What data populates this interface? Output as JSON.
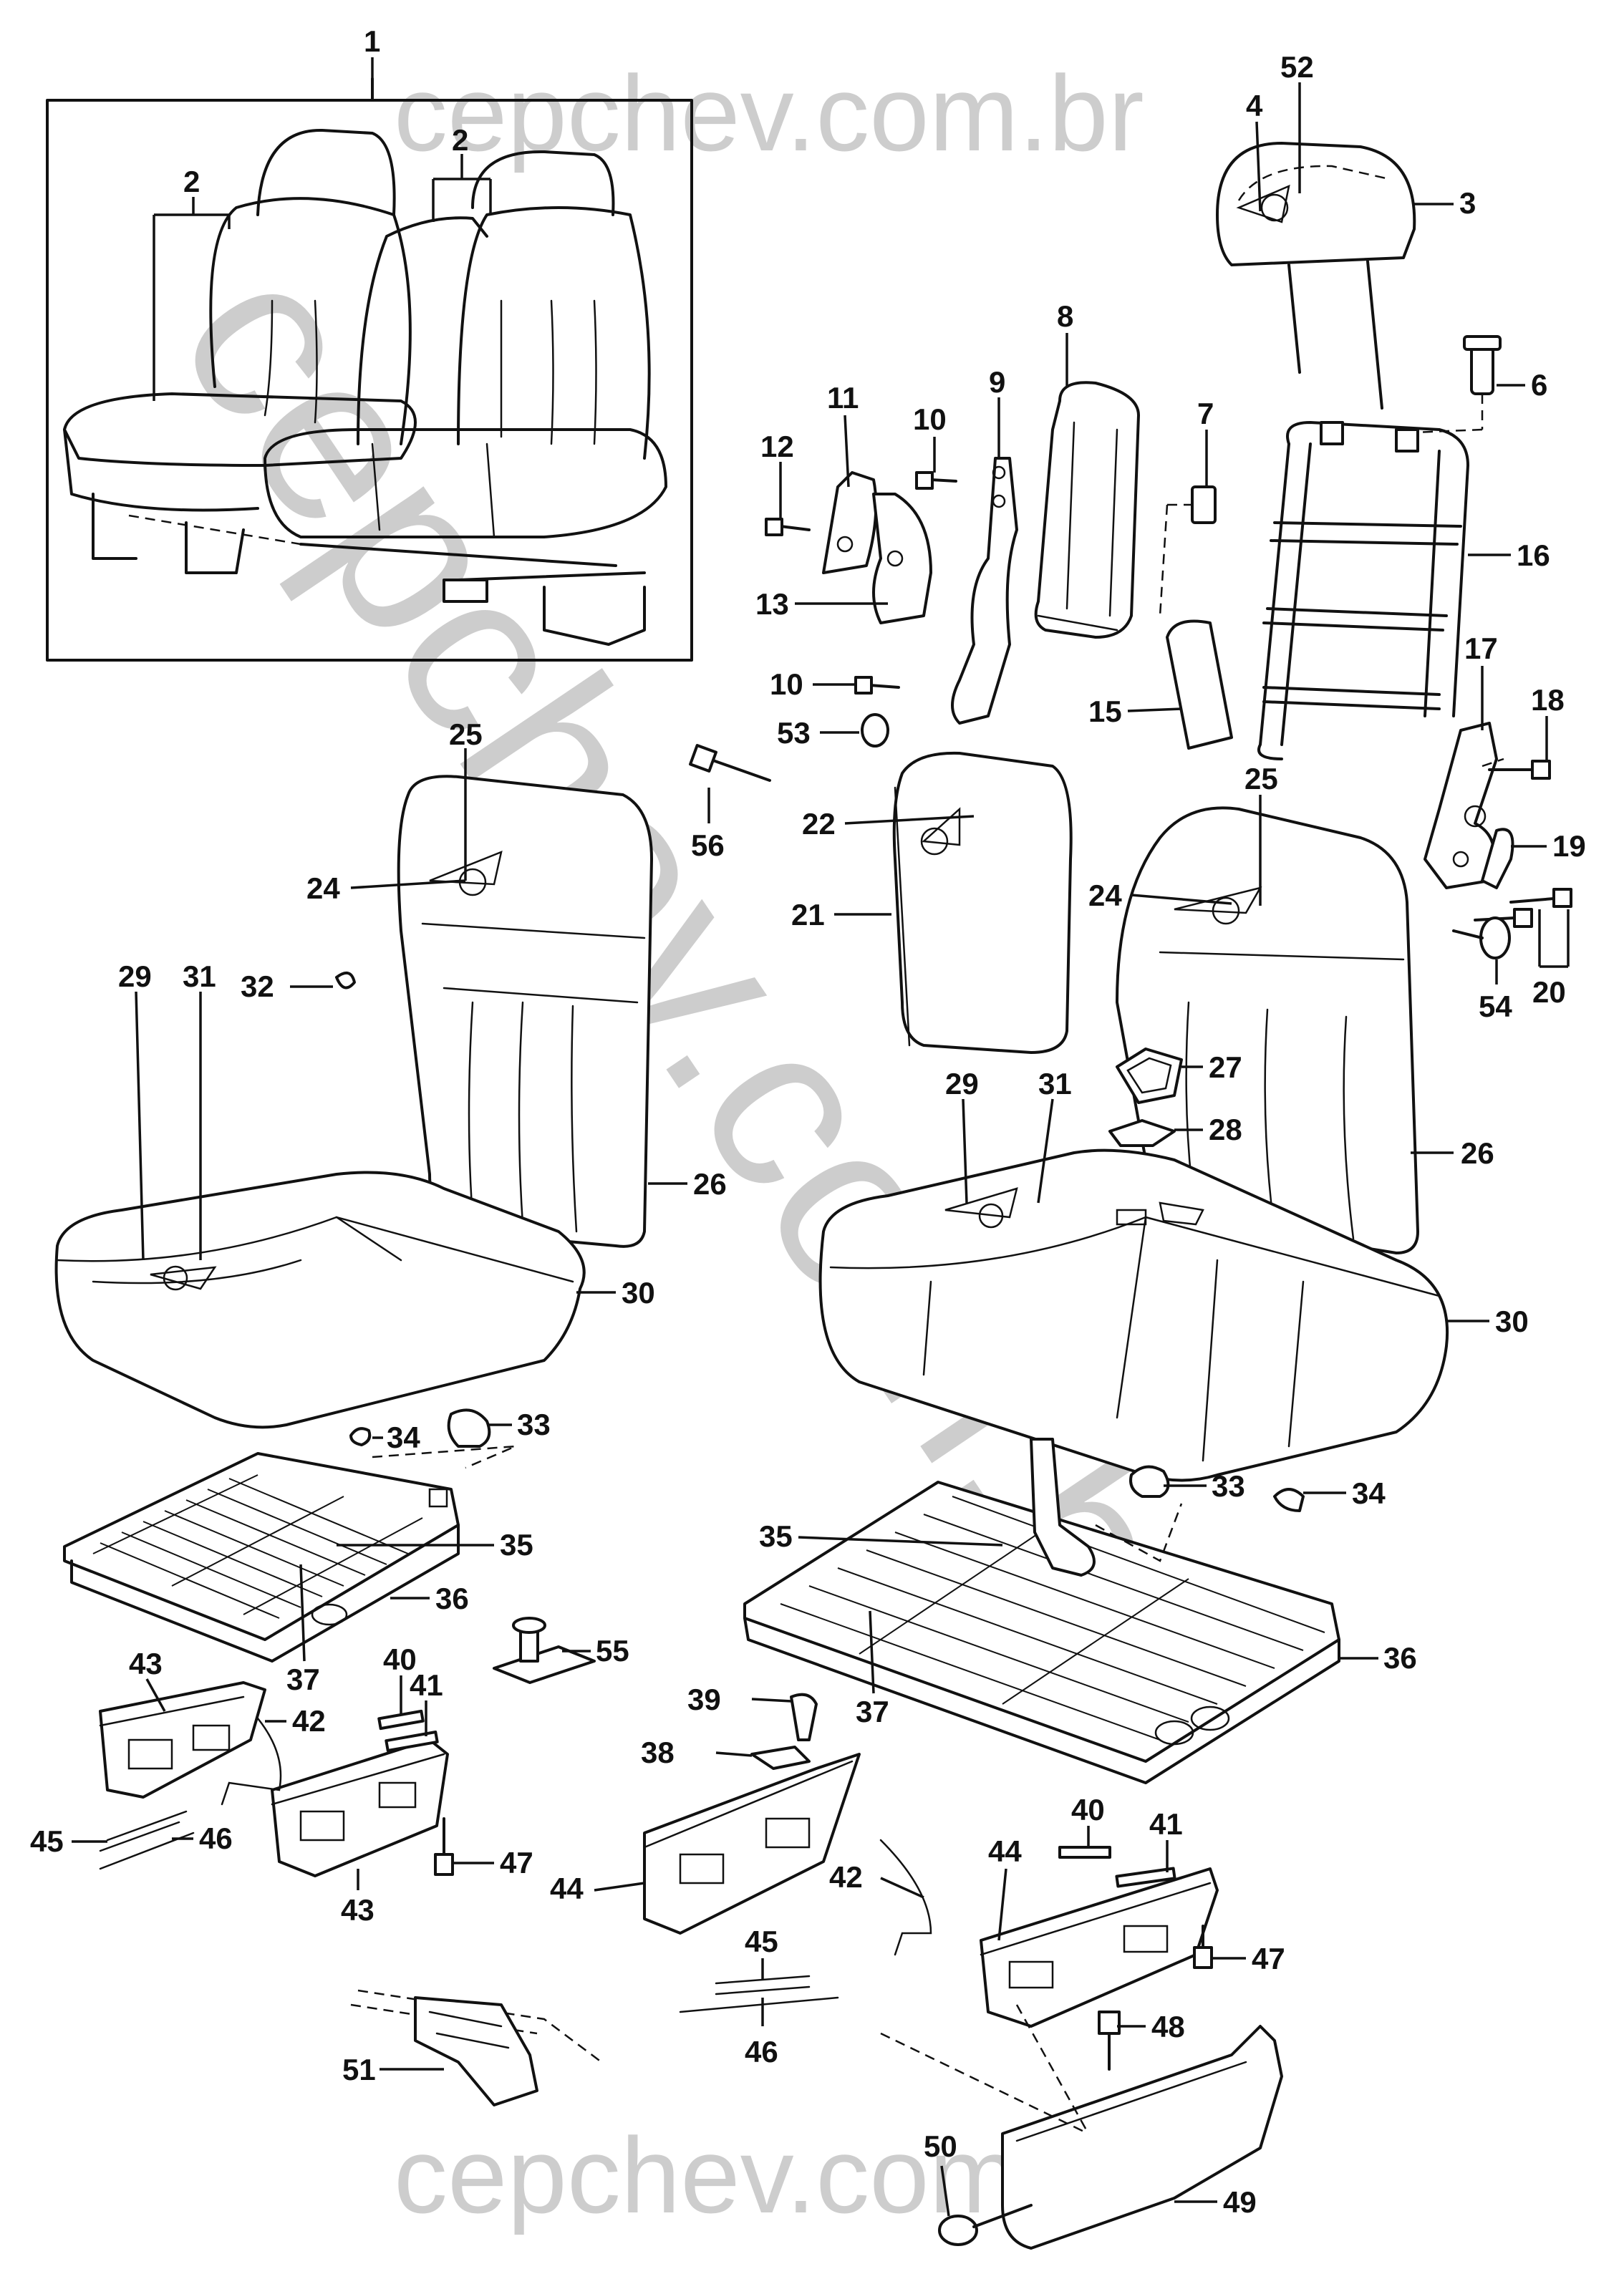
{
  "watermark": {
    "top_text": "cepchev.com.br",
    "bottom_text": "cepchev.com.br",
    "diagonal_text": "cepchev.com.br"
  },
  "callouts": {
    "c1": "1",
    "c2": "2",
    "c3": "3",
    "c4": "4",
    "c6": "6",
    "c7": "7",
    "c8": "8",
    "c9": "9",
    "c10": "10",
    "c11": "11",
    "c12": "12",
    "c13": "13",
    "c15": "15",
    "c16": "16",
    "c17": "17",
    "c18": "18",
    "c19": "19",
    "c20": "20",
    "c21": "21",
    "c22": "22",
    "c24": "24",
    "c25": "25",
    "c26": "26",
    "c27": "27",
    "c28": "28",
    "c29": "29",
    "c30": "30",
    "c31": "31",
    "c32": "32",
    "c33": "33",
    "c34": "34",
    "c35": "35",
    "c36": "36",
    "c37": "37",
    "c38": "38",
    "c39": "39",
    "c40": "40",
    "c41": "41",
    "c42": "42",
    "c43": "43",
    "c44": "44",
    "c45": "45",
    "c46": "46",
    "c47": "47",
    "c48": "48",
    "c49": "49",
    "c50": "50",
    "c51": "51",
    "c52": "52",
    "c53": "53",
    "c54": "54",
    "c55": "55",
    "c56": "56"
  }
}
